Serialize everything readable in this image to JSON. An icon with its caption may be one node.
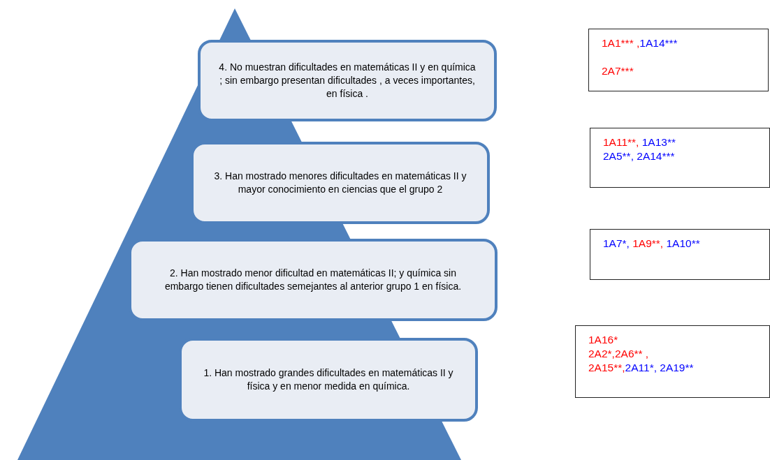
{
  "diagram": {
    "nodes": [
      {
        "text": [
          "4. No muestran dificultades en matemáticas II  y en química ; sin embargo presentan dificultades , a veces importantes,  en física ."
        ]
      },
      {
        "text": [
          "3. Han mostrado menores dificultades en matemáticas II y mayor conocimiento en ciencias que el grupo 2"
        ]
      },
      {
        "text": [
          "2. Han mostrado menor dificultad en matemáticas II; y química sin embargo tienen dificultades semejantes al anterior grupo 1 en física."
        ]
      },
      {
        "text": [
          "1. Han mostrado grandes dificultades en matemáticas II y física y en menor medida en química."
        ]
      },
      {
        "text": [
          "1A1*** ,1A14***",
          "2A7***"
        ]
      },
      {
        "text": [
          "1A11**, 1A13**",
          "2A5**, 2A14***"
        ]
      },
      {
        "text": [
          "1A7*, 1A9**, 1A10**"
        ]
      },
      {
        "text": [
          "1A16*",
          "2A2*,2A6** ,",
          "2A15**,2A11*, 2A19**"
        ]
      }
    ]
  }
}
